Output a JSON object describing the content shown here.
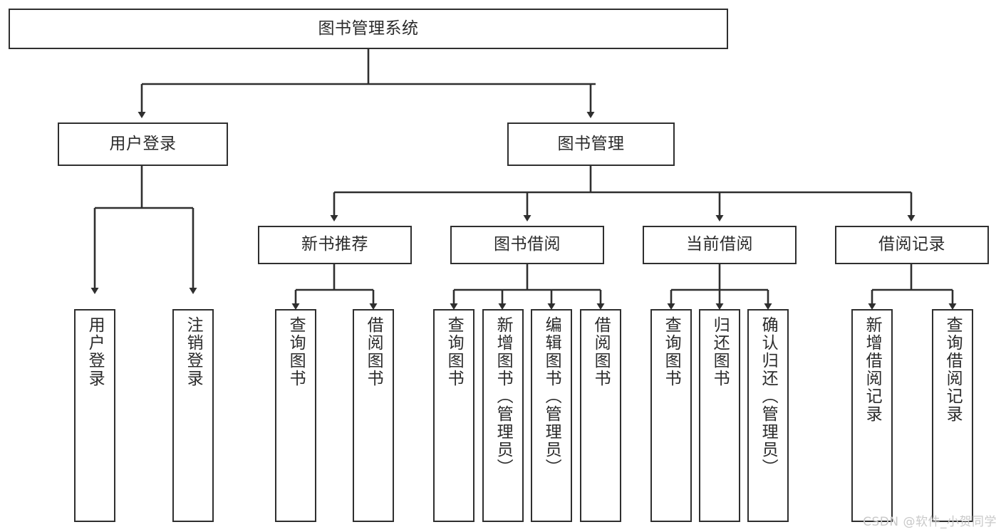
{
  "diagram": {
    "title": "图书管理系统",
    "type": "tree",
    "watermark": "CSDN @软件_小贺同学",
    "colors": {
      "stroke": "#2f2f2f",
      "fill": "#ffffff",
      "text": "#2b2b2b",
      "watermark": "#c9c9c9"
    },
    "root": {
      "label": "图书管理系统"
    },
    "level1": [
      {
        "label": "用户登录"
      },
      {
        "label": "图书管理"
      }
    ],
    "level2": [
      {
        "label": "新书推荐"
      },
      {
        "label": "图书借阅"
      },
      {
        "label": "当前借阅"
      },
      {
        "label": "借阅记录"
      }
    ],
    "leaves": {
      "user_login": [
        {
          "label": "用户登录"
        },
        {
          "label": "注销登录"
        }
      ],
      "new_book": [
        {
          "label": "查询图书"
        },
        {
          "label": "借阅图书"
        }
      ],
      "borrow": [
        {
          "label": "查询图书"
        },
        {
          "label": "新增图书（管理员）"
        },
        {
          "label": "编辑图书（管理员）"
        },
        {
          "label": "借阅图书"
        }
      ],
      "current": [
        {
          "label": "查询图书"
        },
        {
          "label": "归还图书"
        },
        {
          "label": "确认归还（管理员）"
        }
      ],
      "records": [
        {
          "label": "新增借阅记录"
        },
        {
          "label": "查询借阅记录"
        }
      ]
    }
  }
}
